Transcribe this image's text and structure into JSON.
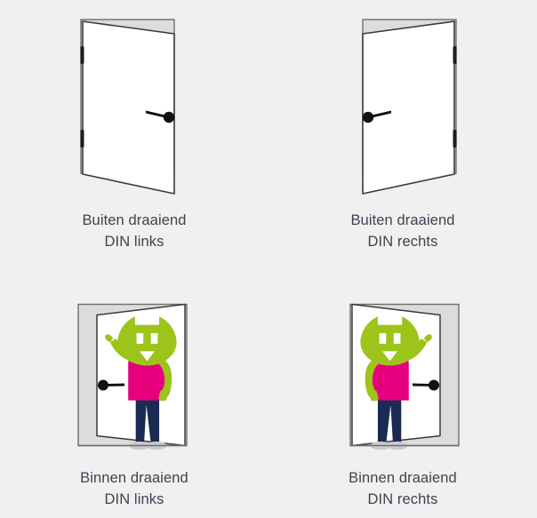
{
  "page": {
    "background_color": "#f0f0f0",
    "text_color": "#3b4450"
  },
  "palette": {
    "mascot_green": "#9dc41a",
    "mascot_pink": "#e6007e",
    "mascot_navy": "#1b2a52",
    "shoe_grey": "#c9cbcd",
    "wall_grey": "#dcdcdc",
    "door_white": "#ffffff",
    "outline_dark": "#3a3a3a",
    "handle_black": "#111111"
  },
  "panels": [
    {
      "id": "buiten-din-links",
      "swing": "outward",
      "hinge_side": "left",
      "handle_side": "right",
      "caption_line1": "Buiten draaiend",
      "caption_line2": "DIN links",
      "mascot_visible": "partial-right",
      "icon_name": "door-outward-left-icon"
    },
    {
      "id": "buiten-din-rechts",
      "swing": "outward",
      "hinge_side": "right",
      "handle_side": "left",
      "caption_line1": "Buiten draaiend",
      "caption_line2": "DIN rechts",
      "mascot_visible": "partial-left",
      "icon_name": "door-outward-right-icon"
    },
    {
      "id": "binnen-din-links",
      "swing": "inward",
      "hinge_side": "right",
      "handle_side": "left",
      "caption_line1": "Binnen draaiend",
      "caption_line2": "DIN links",
      "mascot_visible": "full",
      "icon_name": "door-inward-left-icon"
    },
    {
      "id": "binnen-din-rechts",
      "swing": "inward",
      "hinge_side": "left",
      "handle_side": "right",
      "caption_line1": "Binnen draaiend",
      "caption_line2": "DIN rechts",
      "mascot_visible": "full",
      "icon_name": "door-inward-right-icon"
    }
  ]
}
